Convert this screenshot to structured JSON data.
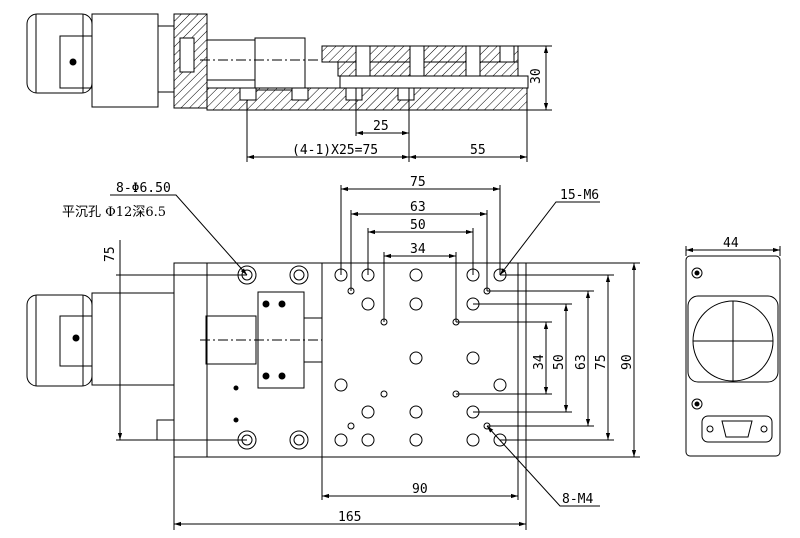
{
  "side_view": {
    "dim_height": "30",
    "dim_pitch": "25",
    "dim_pitch_total": "(4-1)X25=75",
    "dim_edge": "55"
  },
  "top_view": {
    "hole_label": "8-Φ6.50",
    "hole_note": "平沉孔 Φ12深6.5",
    "dim_left_vertical": "75",
    "dim_top_75": "75",
    "dim_top_63": "63",
    "dim_top_50": "50",
    "dim_top_34": "34",
    "dim_right_34": "34",
    "dim_right_50": "50",
    "dim_right_63": "63",
    "dim_right_75": "75",
    "dim_right_90": "90",
    "thread_label_top": "15-M6",
    "thread_label_bottom": "8-M4",
    "dim_bottom_90": "90",
    "dim_bottom_165": "165"
  },
  "end_view": {
    "dim_width": "44"
  }
}
